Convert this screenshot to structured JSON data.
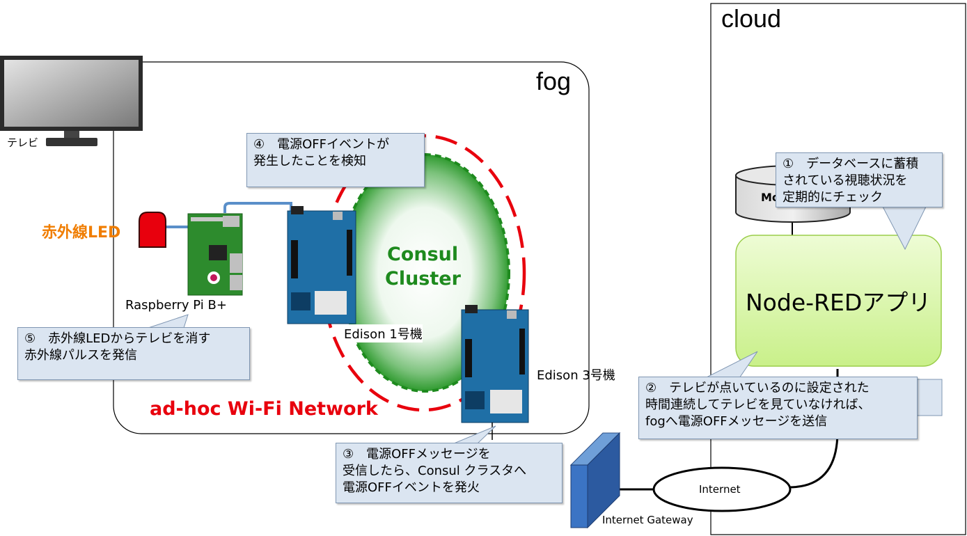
{
  "regions": {
    "cloud": "cloud",
    "fog": "fog",
    "network": "ad-hoc Wi-Fi Network"
  },
  "devices": {
    "tv": "テレビ",
    "ir_led": "赤外線LED",
    "raspberry": "Raspberry Pi B+",
    "edison1": "Edison 1号機",
    "edison3": "Edison 3号機",
    "cluster_line1": "Consul",
    "cluster_line2": "Cluster",
    "db": "Mo",
    "nodered": "Node-REDアプリ",
    "internet": "Internet",
    "gateway": "Internet Gateway"
  },
  "callouts": {
    "c1": [
      "①　データベースに蓄積",
      "されている視聴状況を",
      "定期的にチェック"
    ],
    "c2": [
      "②　テレビが点いているのに設定された",
      "時間連続してテレビを見ていなければ、",
      "fogへ電源OFFメッセージを送信"
    ],
    "c3": [
      "③　電源OFFメッセージを",
      "受信したら、Consul クラスタへ",
      "電源OFFイベントを発火"
    ],
    "c4": [
      "④　電源OFFイベントが",
      "発生したことを検知"
    ],
    "c5": [
      "⑤　赤外線LEDからテレビを消す",
      "赤外線パルスを発信"
    ]
  },
  "colors": {
    "cluster_text": "#1e8a1e",
    "ir_label": "#f07d00",
    "network_label": "#e8000d",
    "callout_bg": "#dbe5f1",
    "nodered_fill": "#d9f7a8",
    "board_blue": "#1f6fa6"
  }
}
